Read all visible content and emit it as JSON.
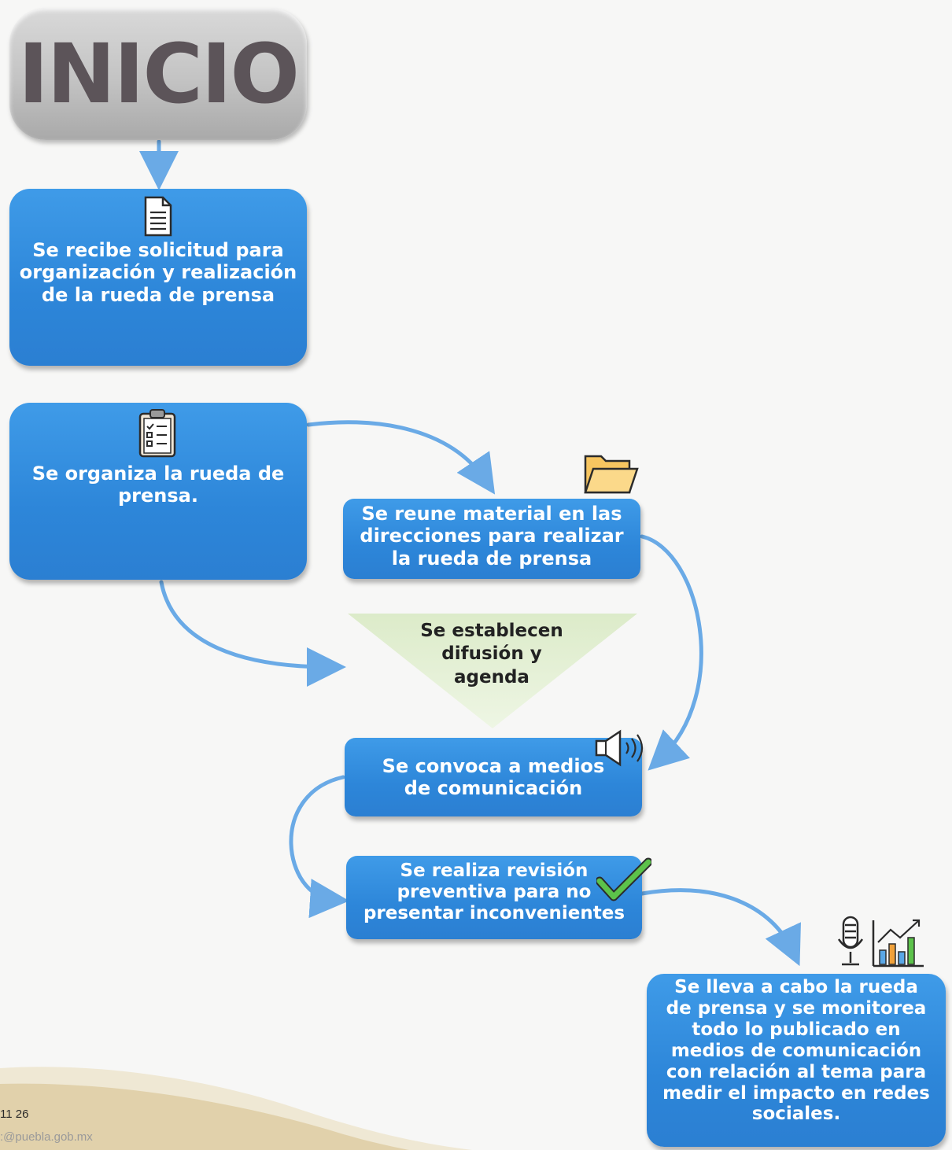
{
  "start": {
    "label": "INICIO"
  },
  "steps": [
    {
      "id": "recibe",
      "text": "Se recibe solicitud para\norganización y realización\nde la rueda de prensa",
      "icon": "document-icon"
    },
    {
      "id": "organiza",
      "text": "Se organiza la rueda de\nprensa.",
      "icon": "clipboard-checklist-icon"
    },
    {
      "id": "reune",
      "text": "Se reune material en las\ndirecciones para realizar\nla rueda de prensa",
      "icon": "folder-icon"
    },
    {
      "id": "establece",
      "text": "Se establecen\ndifusión y\nagenda",
      "icon": ""
    },
    {
      "id": "convoca",
      "text": "Se convoca a medios\nde comunicación",
      "icon": "speaker-icon"
    },
    {
      "id": "revision",
      "text": "Se realiza revisión\npreventiva para no\npresentar inconvenientes",
      "icon": "checkmark-icon"
    },
    {
      "id": "monitorea",
      "text": "Se lleva a cabo la rueda\nde prensa y se monitorea\ntodo lo publicado en\nmedios de comunicación\ncon relación al tema para\nmedir el impacto en redes\nsociales.",
      "icon": "microphone-chart-icon"
    }
  ],
  "footer": {
    "phone_fragment": "11 26",
    "email_fragment": ":@puebla.gob.mx"
  },
  "colors": {
    "box_blue": "#2d86d9",
    "arrow_blue": "#6aaae6",
    "start_gray": "#c3c3c3",
    "start_text": "#5c5459",
    "triangle_green": "#e6f2d9",
    "decor_gold": "#dcc79a"
  }
}
